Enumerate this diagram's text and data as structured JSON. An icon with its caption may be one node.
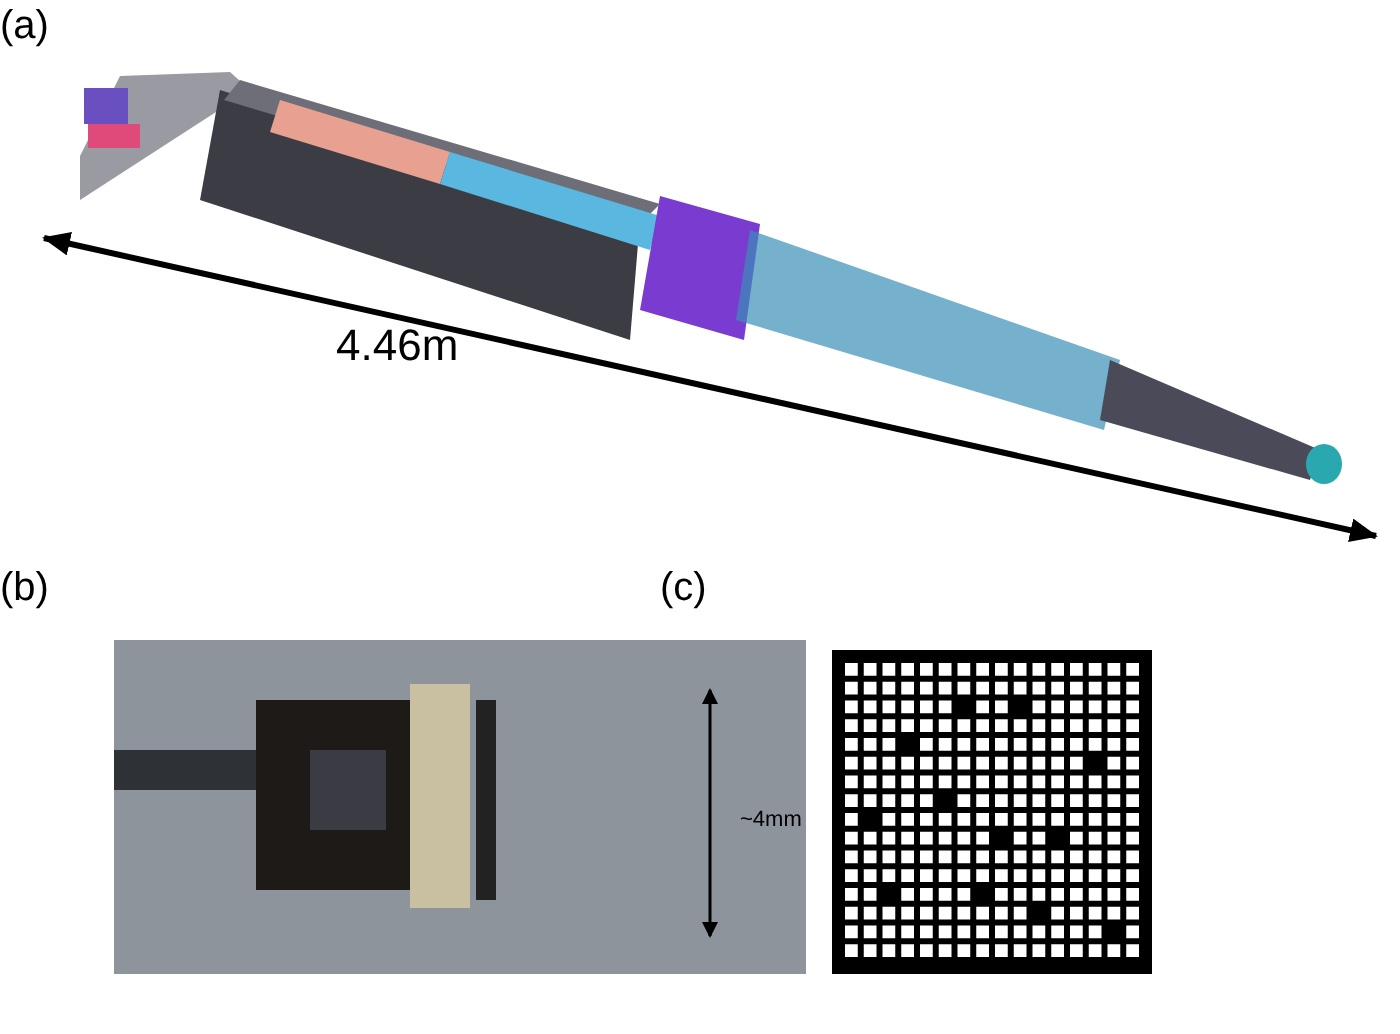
{
  "diagram": {
    "labels": [
      "(a)",
      "4.46m",
      "(b)",
      "~4mm",
      "(c)"
    ]
  }
}
